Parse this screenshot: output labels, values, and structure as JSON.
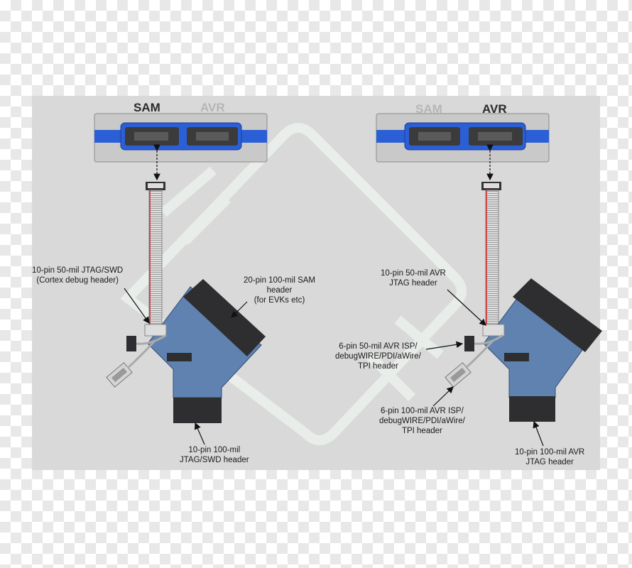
{
  "left_panel": {
    "tab_sam": "SAM",
    "tab_avr": "AVR",
    "active_tab": "SAM",
    "labels": {
      "jtag_swd_50mil": [
        "10-pin 50-mil JTAG/SWD",
        "(Cortex debug header)"
      ],
      "sam_20pin": [
        "20-pin 100-mil SAM",
        "header",
        "(for EVKs etc)"
      ],
      "jtag_swd_100mil": [
        "10-pin 100-mil",
        "JTAG/SWD header"
      ]
    }
  },
  "right_panel": {
    "tab_sam": "SAM",
    "tab_avr": "AVR",
    "active_tab": "AVR",
    "labels": {
      "avr_jtag_50mil": [
        "10-pin 50-mil AVR",
        "JTAG header"
      ],
      "avr_isp_50mil": [
        "6-pin 50-mil AVR ISP/",
        "debugWIRE/PDI/aWire/",
        "TPI header"
      ],
      "avr_isp_100mil": [
        "6-pin 100-mil AVR ISP/",
        "debugWIRE/PDI/aWire/",
        "TPI header"
      ],
      "avr_jtag_100mil": [
        "10-pin 100-mil AVR",
        "JTAG header"
      ]
    }
  },
  "colors": {
    "panel_bg": "#d9d9d9",
    "device_frame": "#c9c9c9",
    "blue_band": "#2b5fd6",
    "connector_dark": "#3b3b3b",
    "adapter_body": "#5f82b1",
    "adapter_header": "#2e2e30",
    "cable_stripe": "#c94a4a"
  }
}
